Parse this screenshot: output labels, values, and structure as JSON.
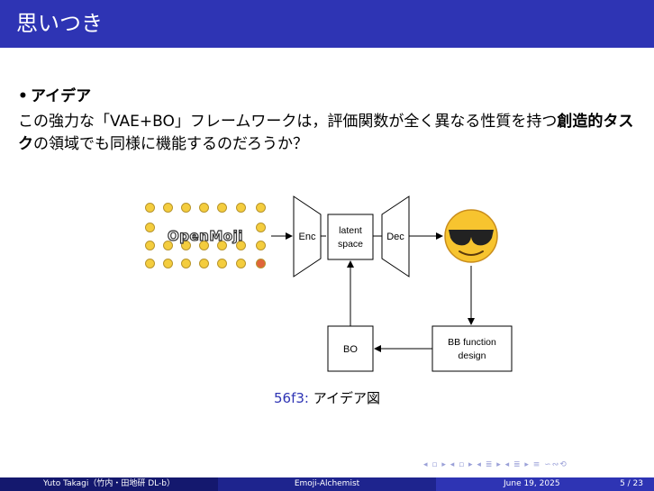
{
  "slide": {
    "title": "思いつき",
    "bullet_marker": "•",
    "bullet": "アイデア",
    "para_pre": "この強力な「VAE+BO」フレームワークは，評価関数が全く異なる性質を持つ",
    "para_bold": "創造的タスク",
    "para_post": "の領域でも同様に機能するのだろうか？"
  },
  "diagram": {
    "logo_text": "OpenMoji",
    "enc": "Enc",
    "latent_line1": "latent",
    "latent_line2": "space",
    "dec": "Dec",
    "bo": "BO",
    "bb_line1": "BB function",
    "bb_line2": "design",
    "output_emoji": "sunglasses-face"
  },
  "caption": {
    "number": "56f3:",
    "text": " アイデア図"
  },
  "nav": {
    "symbols": "◂ ▫ ▸ ◂ ▫ ▸ ◂ ≣ ▸ ◂ ≣ ▸  ≡  ∽∾⟲"
  },
  "footer": {
    "author": "Yuto Takagi（竹内・田地研 DL-b）",
    "project": "Emoji-Alchemist",
    "date": "June 19, 2025",
    "page": "5 / 23"
  },
  "colors": {
    "accent": "#2e34b4",
    "footer_dark": "#14186e",
    "footer_mid": "#1e248e"
  }
}
